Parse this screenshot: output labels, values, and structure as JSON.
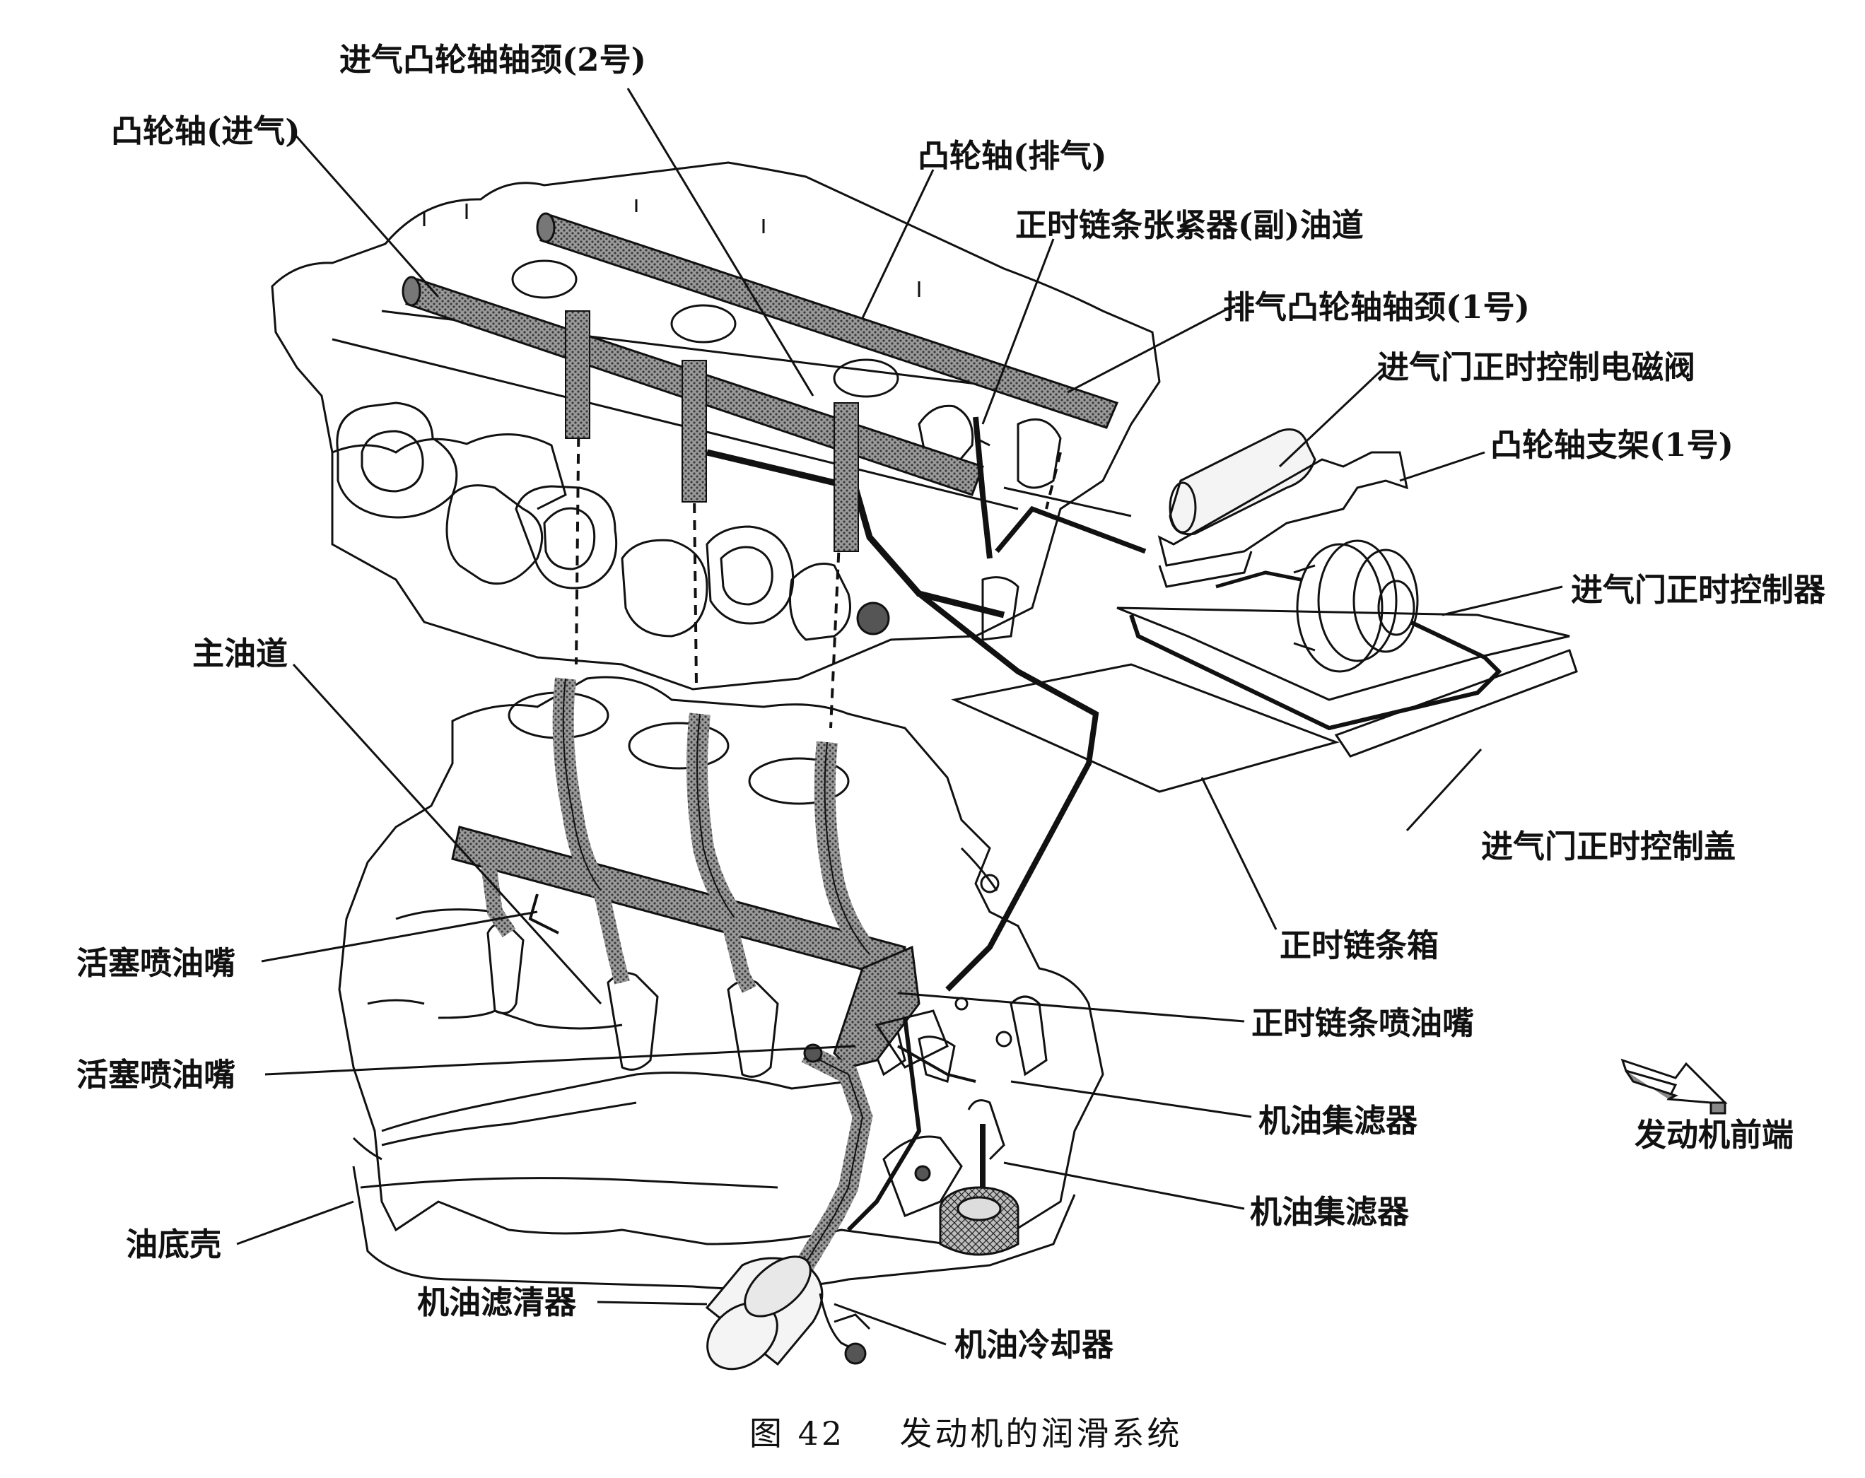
{
  "diagram": {
    "caption_number": "图 42",
    "caption_title": "发动机的润滑系统",
    "labels": {
      "intake_journal_2": "进气凸轮轴轴颈(2号)",
      "intake_camshaft": "凸轮轴(进气)",
      "exhaust_camshaft": "凸轮轴(排气)",
      "tensioner_passage": "正时链条张紧器(副)油道",
      "exhaust_journal_1": "排气凸轮轴轴颈(1号)",
      "vvt_solenoid": "进气门正时控制电磁阀",
      "camshaft_bearing_cap": "凸轮轴支架(1号)",
      "vvt_controller": "进气门正时控制器",
      "main_gallery": "主油道",
      "vvt_cover": "进气门正时控制盖",
      "piston_jet_1": "活塞喷油嘴",
      "timing_chain_case": "正时链条箱",
      "chain_jet": "正时链条喷油嘴",
      "piston_jet_2": "活塞喷油嘴",
      "strainer_1": "机油集滤器",
      "engine_front": "发动机前端",
      "oil_pan": "油底壳",
      "strainer_2": "机油集滤器",
      "oil_filter": "机油滤清器",
      "oil_cooler": "机油冷却器"
    }
  }
}
